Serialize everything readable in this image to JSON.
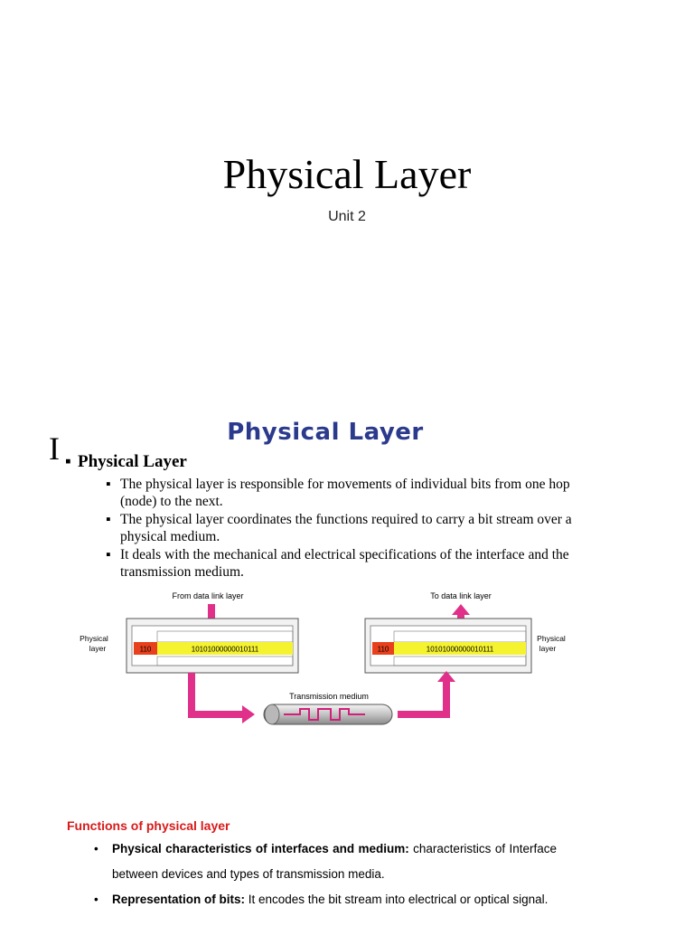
{
  "slide1": {
    "title": "Physical Layer",
    "subtitle": "Unit 2"
  },
  "slide2": {
    "stray_glyph": "I",
    "heading": "Physical Layer",
    "subheading": "Physical Layer",
    "bullets": [
      "The physical layer is responsible for movements of individual bits from one hop (node) to the next.",
      "The physical layer coordinates the functions required to carry a bit stream over a physical medium.",
      "It deals with the mechanical and electrical specifications of the interface and the transmission medium."
    ],
    "diagram": {
      "from_label": "From data link layer",
      "to_label": "To data link layer",
      "left_layer_label": [
        "Physical",
        "layer"
      ],
      "right_layer_label": [
        "Physical",
        "layer"
      ],
      "header_bits": "110",
      "left_bits": "10101000000010111",
      "right_bits": "10101000000010111",
      "medium_label": "Transmission medium",
      "colors": {
        "arrow": "#e0308a",
        "header": "#e8401c",
        "bits": "#f5f230",
        "box_border": "#555555"
      }
    }
  },
  "slide3": {
    "heading": "Functions of physical layer",
    "items": [
      {
        "bold": "Physical characteristics of interfaces and medium:",
        "text": " characteristics of Interface between devices and types of transmission media."
      },
      {
        "bold": "Representation of bits:",
        "text": " It encodes the bit stream into electrical or optical signal."
      }
    ],
    "heading_color": "#d91a1a"
  }
}
